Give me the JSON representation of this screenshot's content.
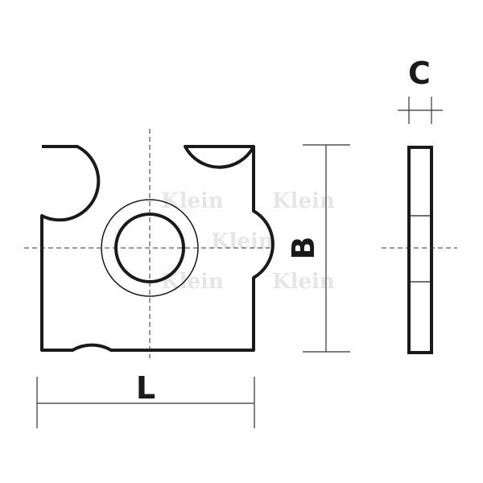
{
  "labels": {
    "length": "L",
    "breadth": "B",
    "thickness": "C"
  },
  "watermark": "Klein",
  "colors": {
    "stroke": "#1a1a1a",
    "dimension": "#333333",
    "watermark": "#e6e6e6",
    "background": "#ffffff"
  }
}
